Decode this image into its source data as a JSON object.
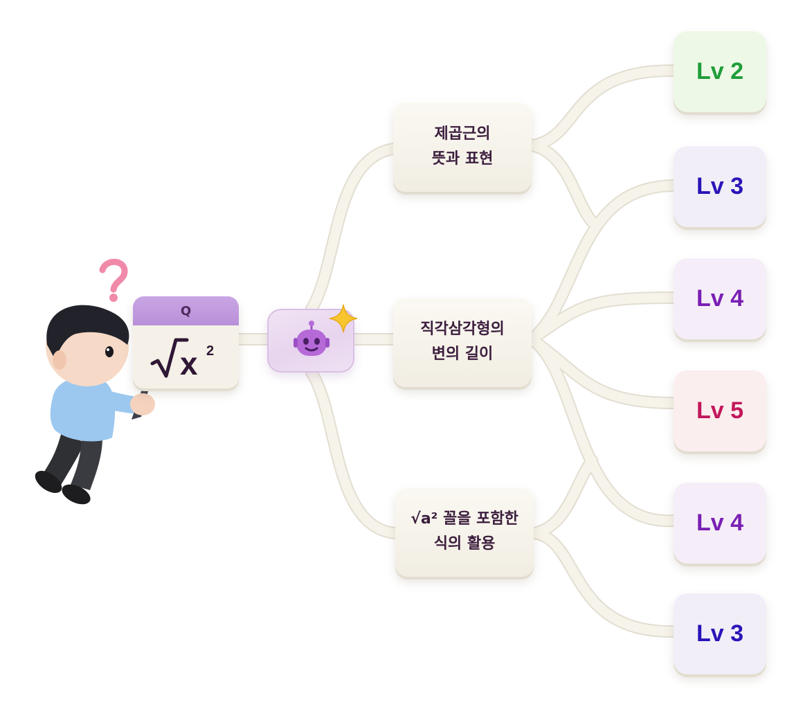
{
  "question": {
    "label": "Q",
    "formula_radicand": "x",
    "formula_exponent": "2"
  },
  "ai_node": {
    "icon": "robot-icon",
    "badge_icon": "sparkle-icon"
  },
  "topics": [
    {
      "line1": "제곱근의",
      "line2": "뜻과 표현"
    },
    {
      "line1": "직각삼각형의",
      "line2": "변의 길이"
    },
    {
      "line1": "√a² 꼴을 포함한",
      "line2": "식의 활용"
    }
  ],
  "levels": [
    {
      "label": "Lv 2",
      "text_color": "#1f9d3a",
      "bg_color": "#eef8e6"
    },
    {
      "label": "Lv 3",
      "text_color": "#2a14b8",
      "bg_color": "#f1eef8"
    },
    {
      "label": "Lv 4",
      "text_color": "#7a1fb4",
      "bg_color": "#f5eef8"
    },
    {
      "label": "Lv 5",
      "text_color": "#c2185b",
      "bg_color": "#fbeeee"
    },
    {
      "label": "Lv 4",
      "text_color": "#7a1fb4",
      "bg_color": "#f5eef8"
    },
    {
      "label": "Lv 3",
      "text_color": "#2a14b8",
      "bg_color": "#f1eef8"
    }
  ],
  "colors": {
    "tube": "#f6f3ea",
    "question_header": "#c9a6e4",
    "question_mark": "#f08aa8",
    "ai_node_bg": "#ecdcf1",
    "robot": "#b56ad8",
    "sparkle": "#f7c62f"
  }
}
